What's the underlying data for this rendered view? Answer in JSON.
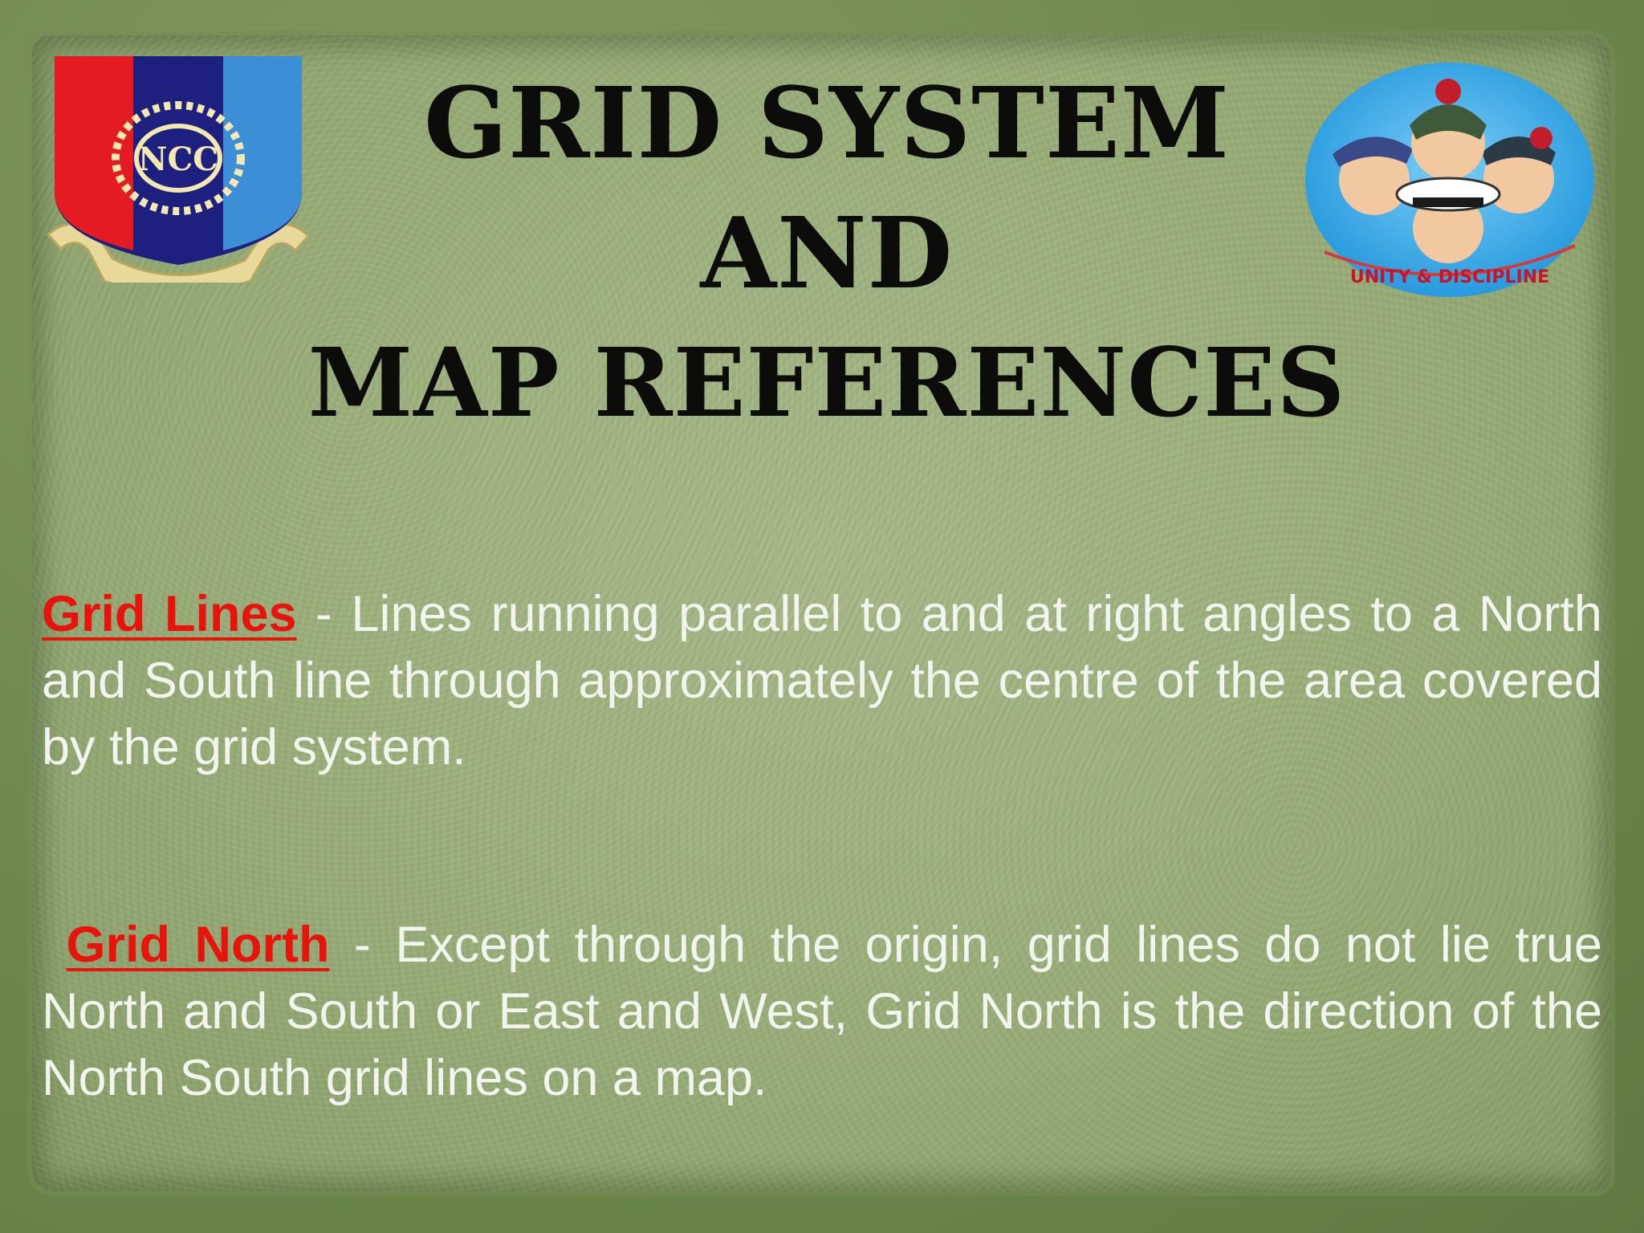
{
  "slide": {
    "title_lines": [
      "GRID SYSTEM",
      "AND",
      "MAP REFERENCES"
    ],
    "logo_left": {
      "emblem_text": "NCC",
      "icon": "ncc-crest-icon",
      "colors": {
        "red": "#e51b24",
        "navy": "#1e2080",
        "blue": "#3c8fd6",
        "gold": "#e8d89a"
      }
    },
    "logo_right": {
      "icon": "cadets-emblem-icon",
      "ribbon_text": "UNITY & DISCIPLINE",
      "colors": {
        "sky": "#2aa5e8",
        "ribbon": "#d63a3a"
      }
    },
    "paragraphs": [
      {
        "term": "Grid Lines",
        "separator": " - ",
        "text": "Lines running parallel to and at right angles to a North and South line through approximately the centre of the area covered by the grid system."
      },
      {
        "term": "Grid North",
        "separator": " - ",
        "text": "Except through the origin, grid lines do not lie true North and South or East and West, Grid North is the direction of the North South grid lines on a map."
      }
    ],
    "colors": {
      "term": "#e8140c",
      "body_text": "#f2f4ee",
      "title": "#0c0c0a",
      "paper": "#9cb07c",
      "background": "#6f8a4e"
    }
  }
}
